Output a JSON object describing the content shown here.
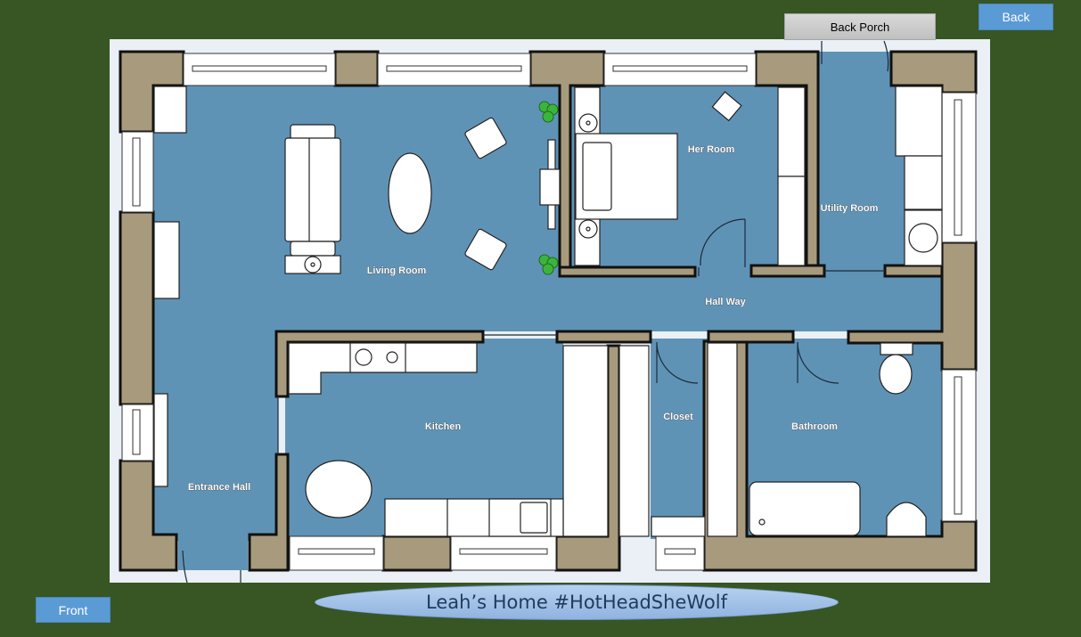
{
  "nav": {
    "back_label": "Back",
    "front_label": "Front",
    "back_porch_label": "Back Porch"
  },
  "title": "Leah’s Home #HotHeadSheWolf",
  "rooms": {
    "living_room": "Living Room",
    "her_room": "Her Room",
    "utility_room": "Utility Room",
    "hall_way": "Hall Way",
    "kitchen": "Kitchen",
    "closet": "Closet",
    "bathroom": "Bathroom",
    "entrance_hall": "Entrance Hall"
  },
  "colors": {
    "background": "#375623",
    "floor": "#5f93b6",
    "wall": "#a89a7c",
    "button": "#5b9bd5"
  }
}
